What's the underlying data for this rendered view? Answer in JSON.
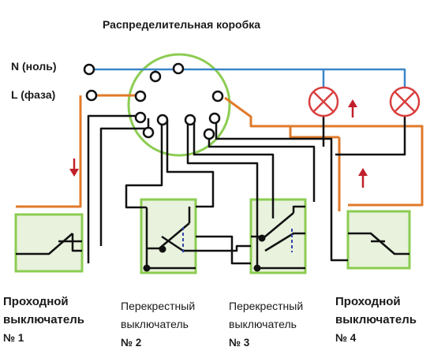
{
  "title": "Распределительная коробка",
  "lines": {
    "neutral": "N (ноль)",
    "phase": "L (фаза)"
  },
  "switches": [
    {
      "line1": "Проходной",
      "line2": "выключатель",
      "number": "№ 1"
    },
    {
      "line1": "Перекрестный",
      "line2": "выключатель",
      "number": "№ 2"
    },
    {
      "line1": "Перекрестный",
      "line2": "выключатель",
      "number": "№ 3"
    },
    {
      "line1": "Проходной",
      "line2": "выключатель",
      "number": "№ 4"
    }
  ],
  "colors": {
    "neutral_wire": "#3a86c8",
    "phase_wire": "#e07a2a",
    "box_outline": "#8ccc52",
    "lamp_outline": "#d94040",
    "switch_fill": "#e8f2dc",
    "arrow": "#c0202a",
    "wire": "#111111",
    "bridge": "#3344aa"
  },
  "icons": [
    "lamp-icon",
    "lamp-icon",
    "arrow-down-icon",
    "arrow-up-icon",
    "arrow-up-icon"
  ]
}
